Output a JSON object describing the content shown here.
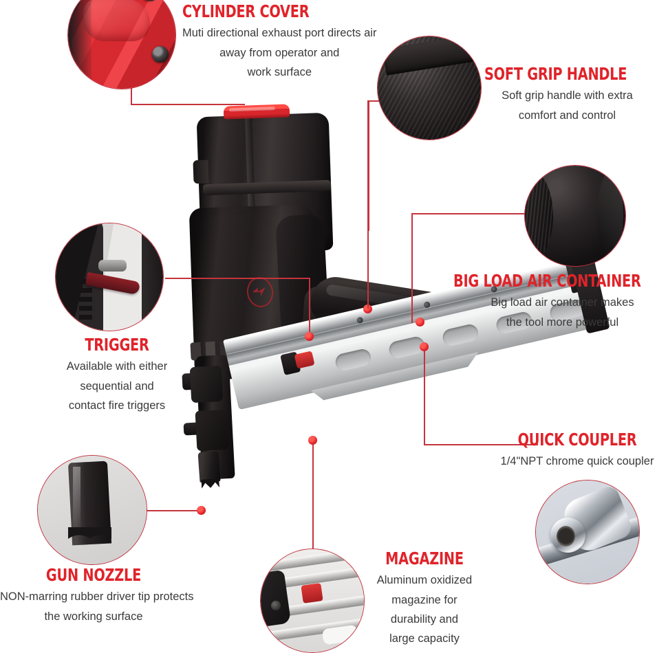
{
  "page": {
    "kind": "product-feature-infographic",
    "product": "pneumatic framing nailer",
    "background_color": "#ffffff",
    "title_color": "#e0232a",
    "body_color": "#3a3a3a",
    "connector_color": "#c4343d"
  },
  "callouts": [
    {
      "id": "cylinder-cover",
      "title": "CYLINDER COVER",
      "lines": [
        "Muti directional exhaust port directs air",
        "away from operator and",
        "work surface"
      ],
      "inset": "red cylinder cover with bolts"
    },
    {
      "id": "soft-grip-handle",
      "title": "SOFT GRIP HANDLE",
      "lines": [
        "Soft grip handle with extra",
        "comfort and control"
      ],
      "inset": "ribbed black rubber grip"
    },
    {
      "id": "big-load-air-container",
      "title": "BIG LOAD AIR CONTAINER",
      "lines": [
        "Big load air container makes",
        "the tool more powerful"
      ],
      "inset": "black round air container cap"
    },
    {
      "id": "trigger",
      "title": "TRIGGER",
      "lines": [
        "Available with either",
        "sequential and",
        "contact fire triggers"
      ],
      "inset": "red trigger lever close-up"
    },
    {
      "id": "quick-coupler",
      "title": "QUICK COUPLER",
      "lines": [
        "1/4\"NPT chrome quick coupler"
      ],
      "inset": "chrome quick coupler fitting"
    },
    {
      "id": "gun-nozzle",
      "title": "GUN NOZZLE",
      "lines": [
        "NON-marring rubber driver tip protects",
        "the working surface"
      ],
      "inset": "rubber toothed driver tip"
    },
    {
      "id": "magazine",
      "title": "MAGAZINE",
      "lines": [
        "Aluminum oxidized",
        "magazine for",
        "durability and",
        "large capacity"
      ],
      "inset": "aluminum magazine rail with red latch"
    }
  ]
}
